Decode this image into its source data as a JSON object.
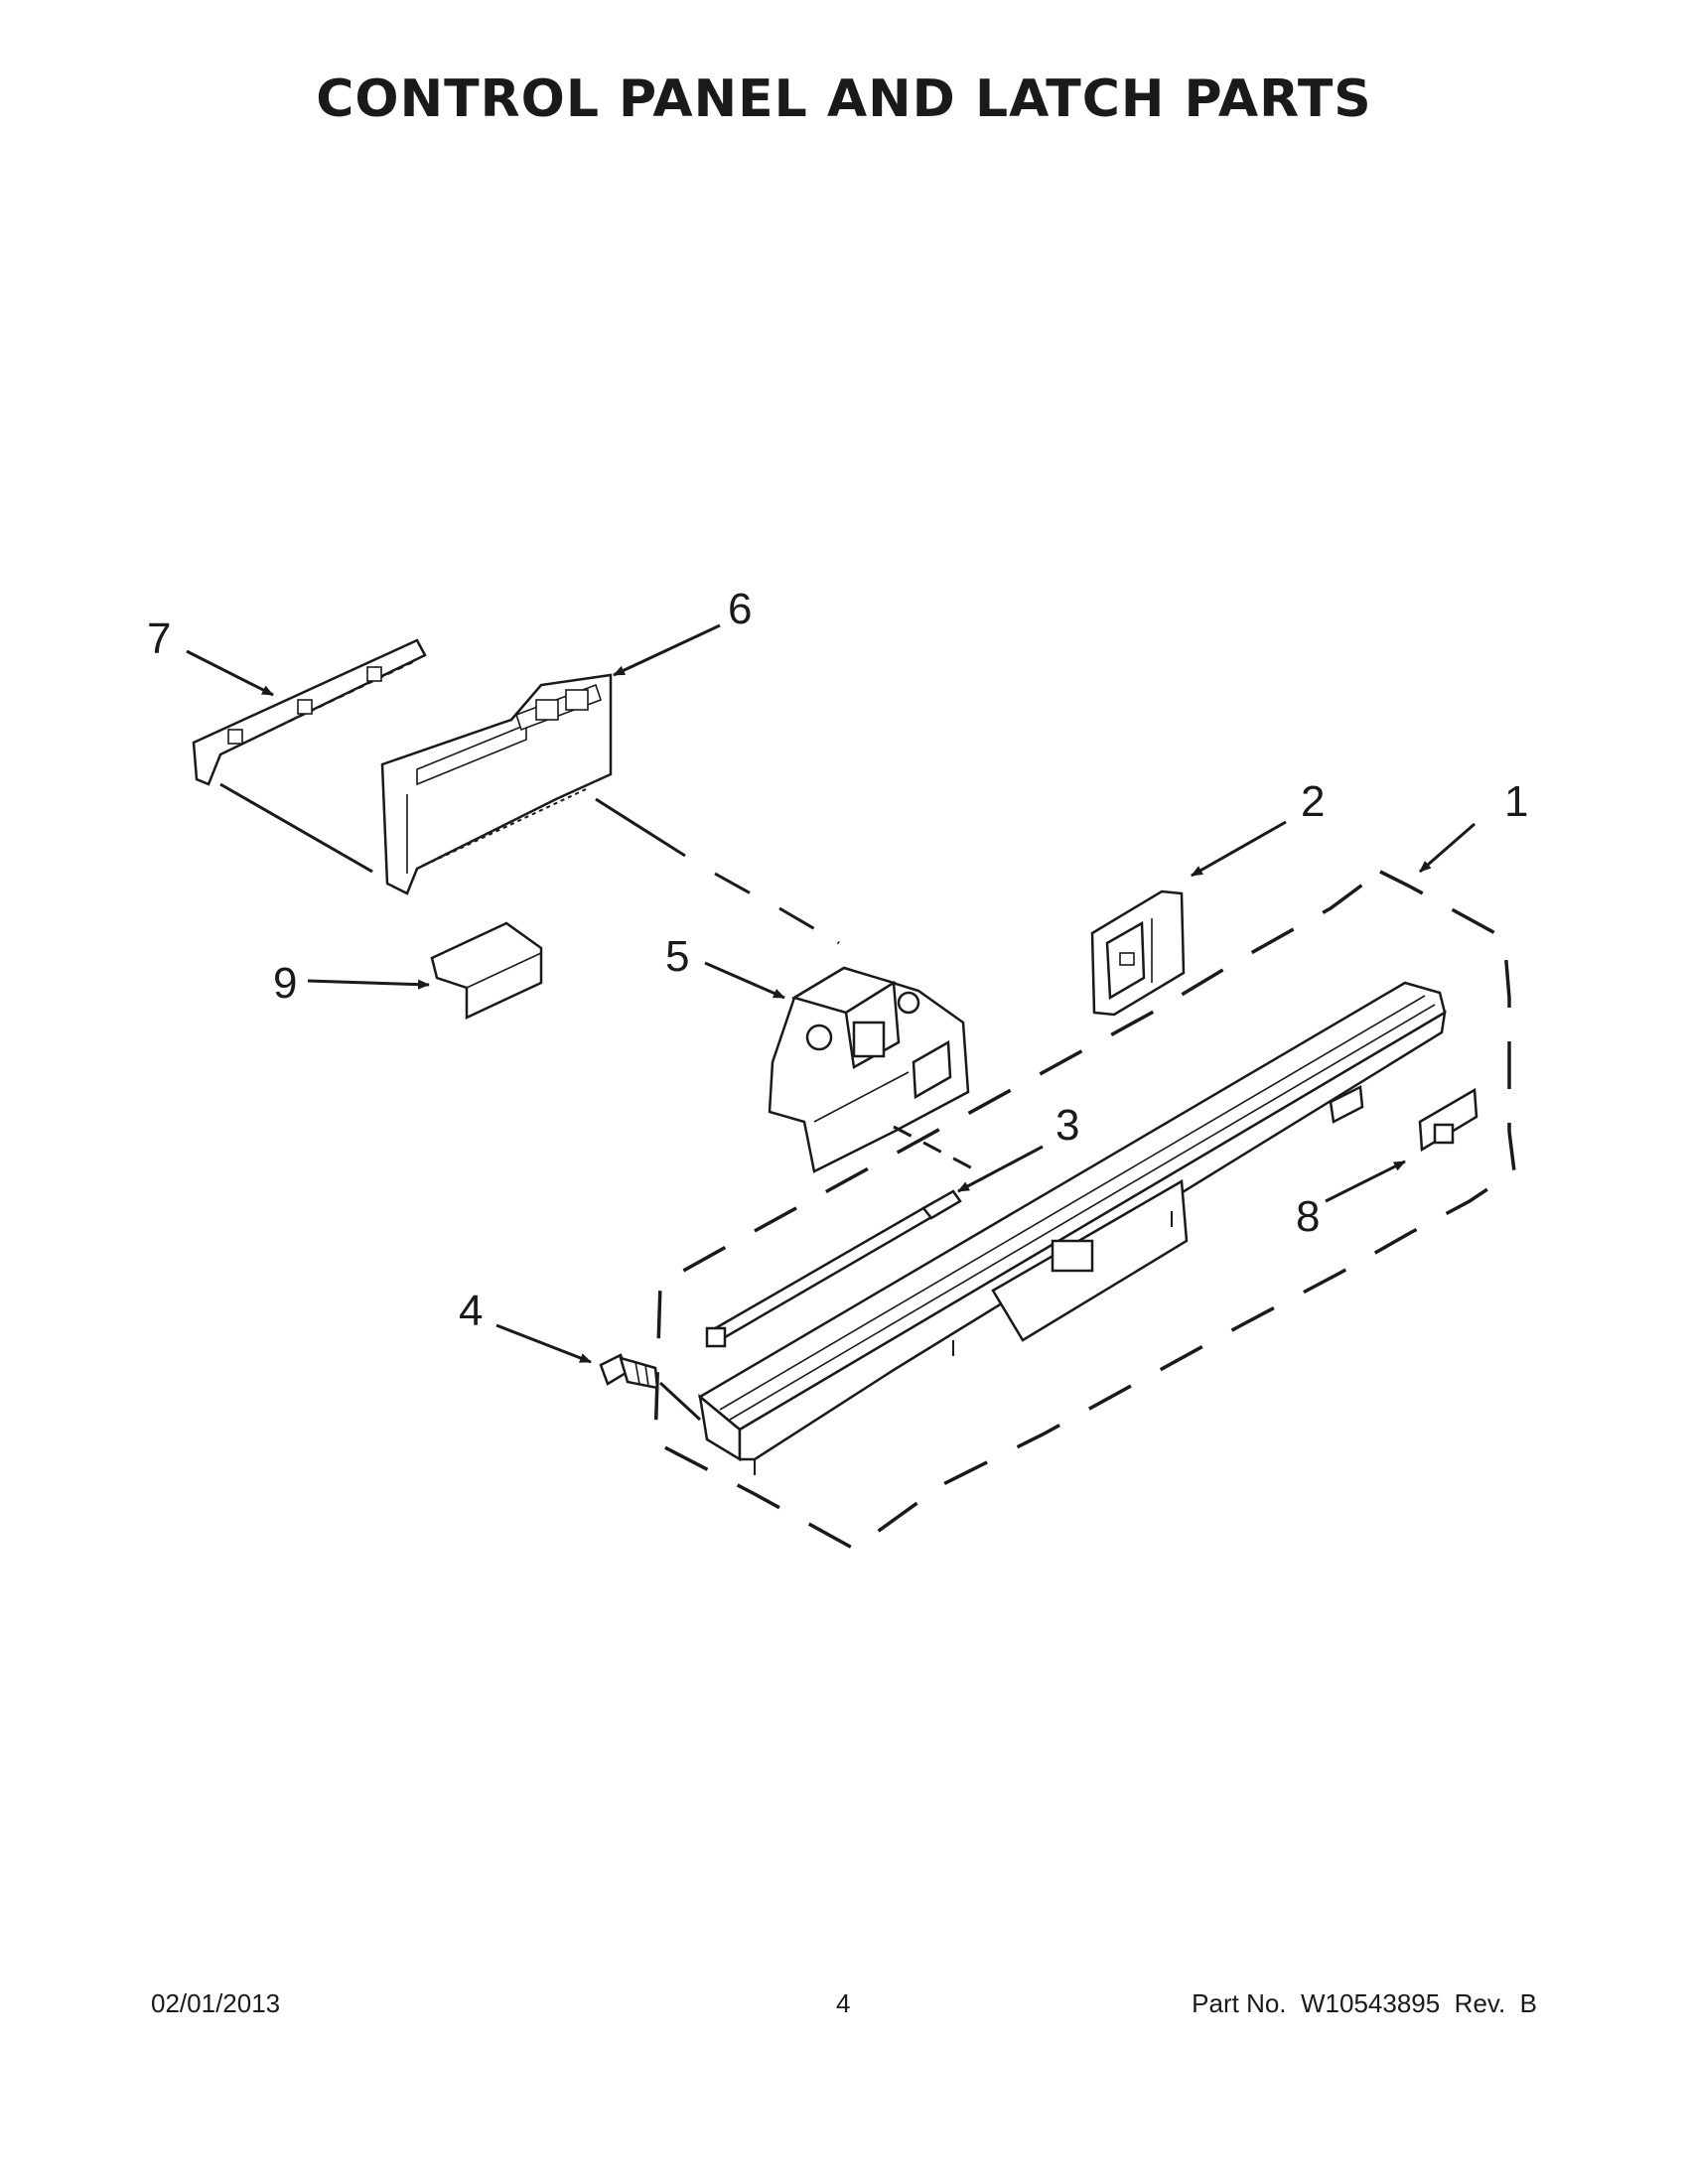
{
  "title": "CONTROL PANEL AND LATCH PARTS",
  "callouts": [
    "1",
    "2",
    "3",
    "4",
    "5",
    "6",
    "7",
    "8",
    "9"
  ],
  "footer": {
    "date": "02/01/2013",
    "page": "4",
    "part_label": "Part No.",
    "part_number": "W10543895",
    "rev_label": "Rev.",
    "rev": "B"
  }
}
